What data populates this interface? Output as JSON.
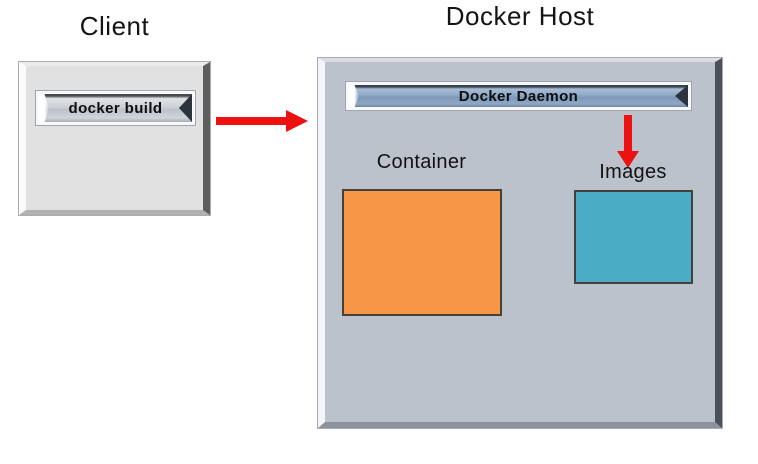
{
  "client": {
    "title": "Client",
    "build_button": "docker build"
  },
  "docker_host": {
    "title": "Docker Host",
    "daemon_bar": "Docker Daemon",
    "container": {
      "label": "Container"
    },
    "images": {
      "label": "Images"
    }
  },
  "colors": {
    "client_box_fill": "#E2E1E1",
    "host_box_fill": "#BCC2CC",
    "container_fill": "#F79646",
    "images_fill": "#4BACC6",
    "arrow_red": "#ED1111"
  }
}
